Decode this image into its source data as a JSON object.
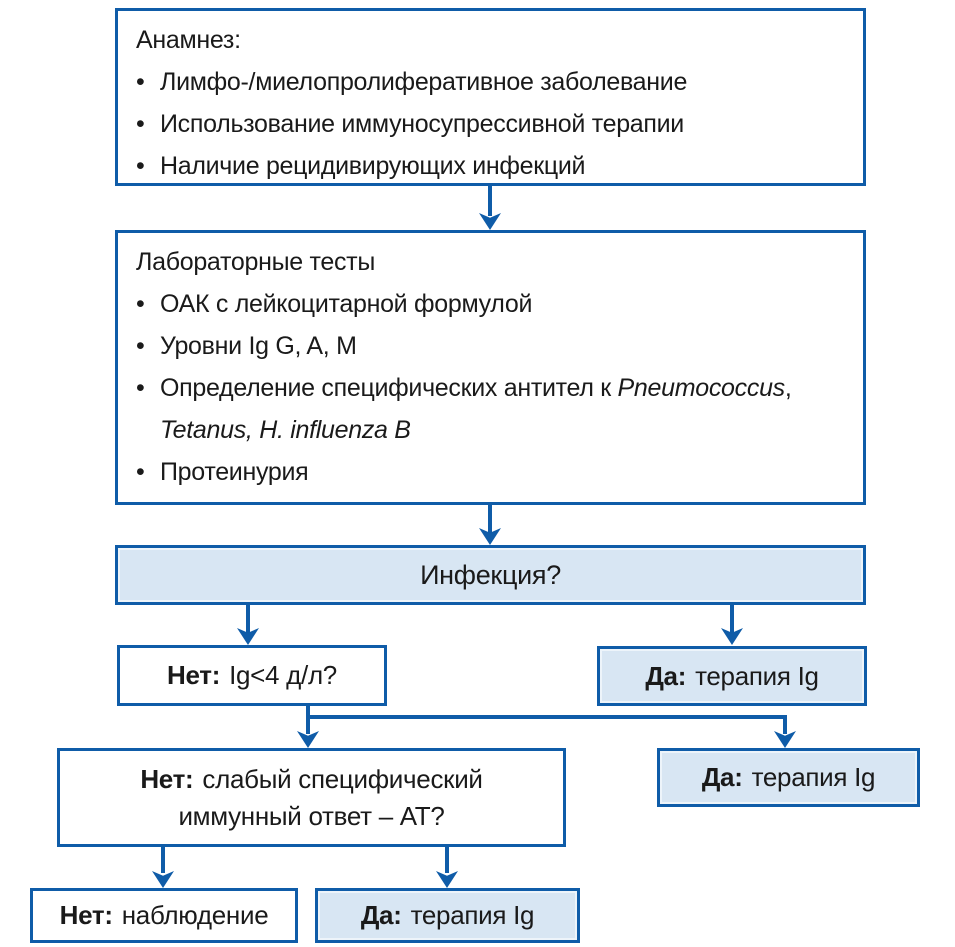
{
  "palette": {
    "accent_blue": "#0f5ca8",
    "light_blue_fill": "#d8e6f3",
    "text_color": "#1a1a1a",
    "background": "#ffffff"
  },
  "glyphs": {
    "bullet": "•",
    "arrow_direction": "down"
  },
  "flowchart": {
    "anamnesis": {
      "title": "Анамнез:",
      "bullets": [
        "Лимфо-/миелопролиферативное заболевание",
        "Использование иммуносупрессивной терапии",
        "Наличие рецидивирующих инфекций"
      ]
    },
    "lab_tests": {
      "title": "Лабораторные тесты",
      "items": [
        {
          "text": "ОАК с лейкоцитарной формулой"
        },
        {
          "text": "Уровни Ig G, A, M"
        },
        {
          "lead": "Определение специфических антител к ",
          "italic": "Pneumococcus",
          "after": ",",
          "wrap_italic": "Tetanus, H. influenza B"
        },
        {
          "text": "Протеинурия"
        }
      ]
    },
    "infection_question": "Инфекция?",
    "decision_no_ig": {
      "prefix": "Нет:",
      "text": "Ig<4 д/л?"
    },
    "decision_yes_therapy_top": {
      "prefix": "Да:",
      "text": "терапия Ig"
    },
    "decision_no_weak_response": {
      "prefix": "Нет:",
      "line1": "слабый специфический",
      "line2": "иммунный ответ – АТ?"
    },
    "decision_yes_therapy_mid": {
      "prefix": "Да:",
      "text": "терапия Ig"
    },
    "outcome_no_observation": {
      "prefix": "Нет:",
      "text": "наблюдение"
    },
    "outcome_yes_therapy": {
      "prefix": "Да:",
      "text": "терапия Ig"
    }
  }
}
